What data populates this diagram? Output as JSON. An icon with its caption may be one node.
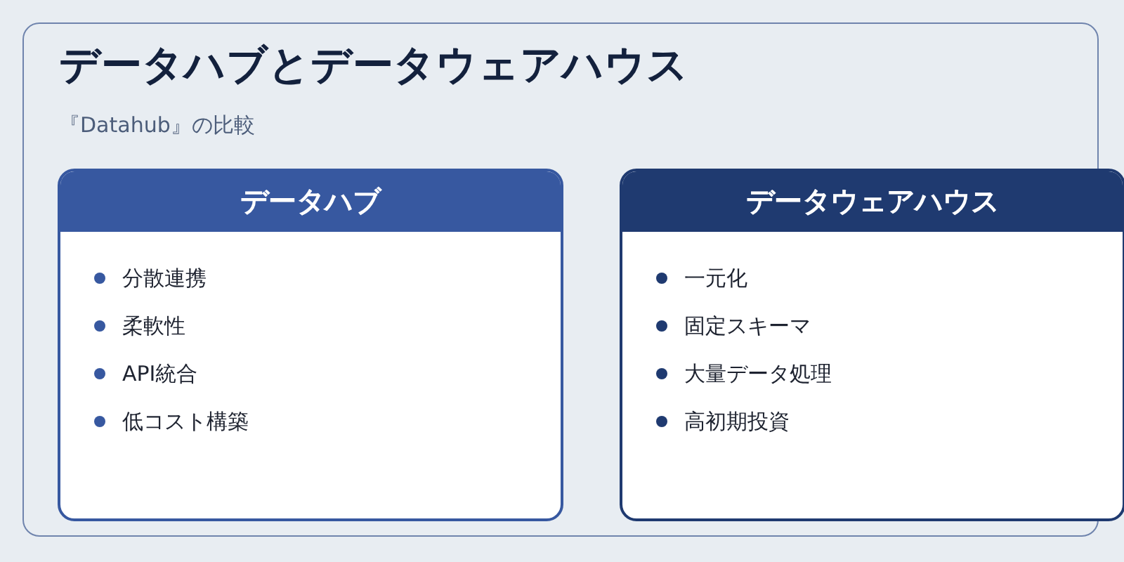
{
  "diagram": {
    "title": "データハブとデータウェアハウス",
    "nodes": [
      {
        "text": [
          "データハブ",
          "分散連携",
          "柔軟性",
          "API統合",
          "低コスト構築"
        ]
      },
      {
        "text": [
          "データウェアハウス",
          "一元化",
          "固定スキーマ",
          "大量データ処理",
          "高初期投資"
        ]
      }
    ],
    "labels": [
      "『Datahub』の比較"
    ]
  }
}
